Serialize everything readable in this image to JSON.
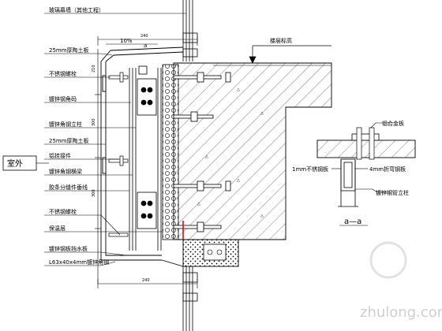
{
  "labels": {
    "glass_curtain": "玻璃幕墙（其他工程）",
    "ceramic_board_top": "25mm厚陶土板",
    "ss_bolt_top": "不锈钢螺栓",
    "galv_angle": "镀锌钢角码",
    "galv_angle_column": "镀锌角钢立柱",
    "ceramic_board_mid": "25mm厚陶土板",
    "aluminum_hanger": "铝挂接件",
    "galv_angle_beam": "镀锌角钢横梁",
    "joint_sealant": "胶条分缝件垂线",
    "ss_bolt_bottom": "不锈钢螺栓",
    "insulation": "保温层",
    "galv_water_plate": "镀锌钢板挡水板",
    "angle_steel": "L63x40x4mm镀锌角钢",
    "floor_level": "楼层标高",
    "outdoor": "室外",
    "alloy_plate": "铝合金板",
    "ss_plate_1mm": "1mm不锈钢板",
    "folded_plate_4mm": "4mm折弯钢板",
    "galv_tube": "镀锌钢管立柱",
    "section_title": "a—a"
  },
  "dimensions": {
    "top_width": "240",
    "slope": "10%",
    "marker_a": "a",
    "bottom_width": "240",
    "d_left_1": "210",
    "d_left_2": "300",
    "d_left_3": "300"
  },
  "watermark": "zhulong.com",
  "colors": {
    "line": "#000000",
    "red_marker": "#d00000",
    "watermark": "#cfcfcf"
  }
}
